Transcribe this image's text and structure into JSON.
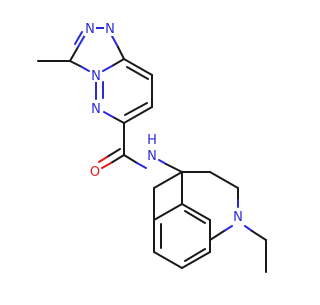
{
  "molecule": {
    "atoms": [
      {
        "id": "N1",
        "label": "N",
        "color": "#2a2ad6"
      },
      {
        "id": "N2",
        "label": "N",
        "color": "#2a2ad6"
      },
      {
        "id": "N3",
        "label": "N",
        "color": "#2a2ad6"
      },
      {
        "id": "N4",
        "label": "N",
        "color": "#2a2ad6"
      },
      {
        "id": "O1",
        "label": "O",
        "color": "#e31b1b"
      },
      {
        "id": "N5",
        "label": "N",
        "color": "#2a2ad6"
      },
      {
        "id": "H5",
        "label": "H",
        "color": "#2a2ad6"
      },
      {
        "id": "N6",
        "label": "N",
        "color": "#2a2ad6"
      }
    ]
  }
}
